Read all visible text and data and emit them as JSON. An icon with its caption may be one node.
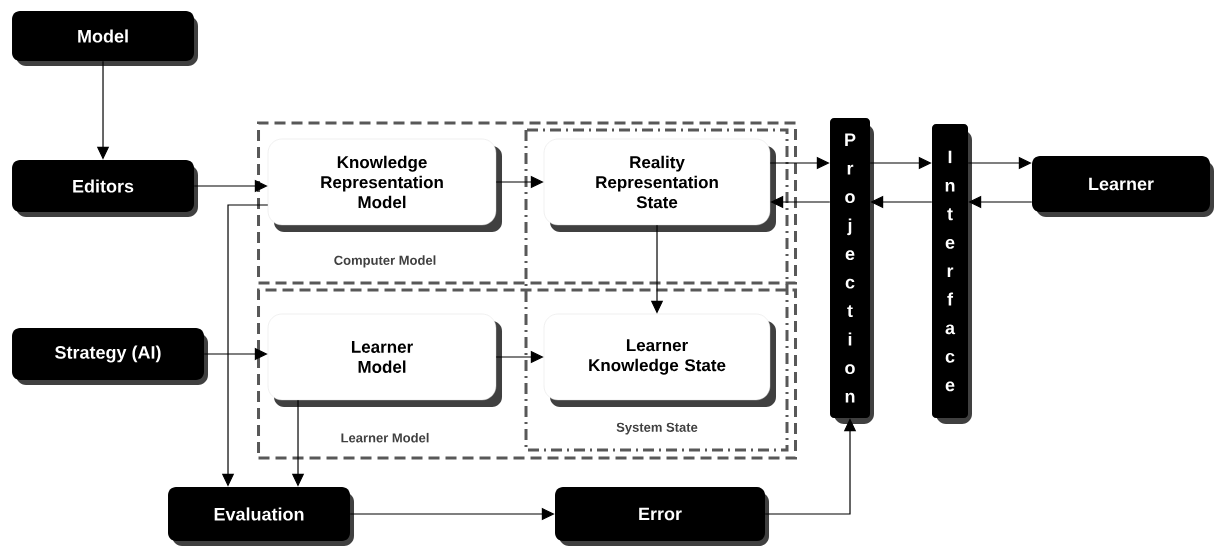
{
  "diagram": {
    "nodes": [
      {
        "text": [
          "Model"
        ]
      },
      {
        "text": [
          "Editors"
        ]
      },
      {
        "text": [
          "Strategy (AI)"
        ]
      },
      {
        "text": [
          "Computer Model"
        ]
      },
      {
        "text": [
          "Knowledge Representation Model"
        ],
        "in": 3
      },
      {
        "text": [
          "Reality Representation State"
        ],
        "in": 3
      },
      {
        "text": [
          "Learner Model"
        ]
      },
      {
        "text": [
          "Learner Model"
        ],
        "in": 6
      },
      {
        "text": [
          "Learner Knowledge State"
        ],
        "in": 6
      },
      {
        "text": [
          "Projection"
        ]
      },
      {
        "text": [
          "Interface"
        ]
      },
      {
        "text": [
          "Learner"
        ]
      },
      {
        "text": [
          "Evaluation"
        ]
      },
      {
        "text": [
          "Error"
        ]
      }
    ],
    "edges": [
      {
        "from": 0,
        "to": 1,
        "arrow": "to"
      },
      {
        "from": 1,
        "to": 4,
        "arrow": "to"
      },
      {
        "from": 4,
        "to": 5,
        "arrow": "to"
      },
      {
        "from": 5,
        "to": 9,
        "arrow": "to"
      },
      {
        "from": 9,
        "to": 10,
        "arrow": "to"
      },
      {
        "from": 10,
        "to": 11,
        "arrow": "to"
      },
      {
        "from": 11,
        "to": 10,
        "arrow": "to"
      },
      {
        "from": 10,
        "to": 9,
        "arrow": "to"
      },
      {
        "from": 9,
        "to": 5,
        "arrow": "to"
      },
      {
        "from": 5,
        "to": 8,
        "arrow": "to"
      },
      {
        "from": 2,
        "to": 7,
        "arrow": "to"
      },
      {
        "from": 7,
        "to": 8,
        "arrow": "to"
      },
      {
        "from": 4,
        "to": 12,
        "arrow": "to"
      },
      {
        "from": 7,
        "to": 12,
        "arrow": "to"
      },
      {
        "from": 12,
        "to": 13,
        "arrow": "to"
      },
      {
        "from": 13,
        "to": 9,
        "arrow": "to"
      }
    ],
    "labels": [
      "System State"
    ]
  }
}
